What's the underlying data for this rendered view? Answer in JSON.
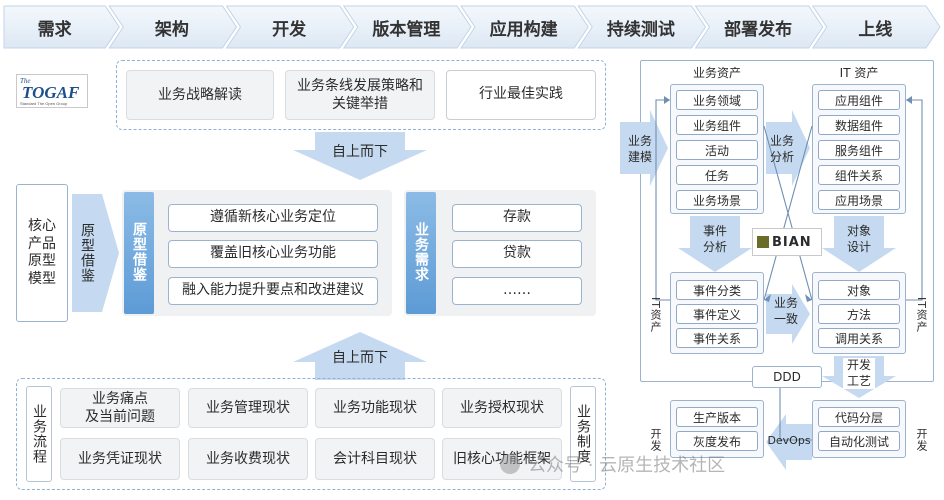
{
  "colors": {
    "arrow_blue": "#c5daf0",
    "strip_blue": "#6fa8dc",
    "border_blue": "#8fb1d6",
    "panel_gray": "#f0f1f3"
  },
  "phases": [
    "需求",
    "架构",
    "开发",
    "版本管理",
    "应用构建",
    "持续测试",
    "部署发布",
    "上线"
  ],
  "logo": {
    "name": "TOGAF",
    "prefix": "The",
    "tagline": "Standard  The Open Group"
  },
  "togaf_row": [
    "业务战略解读",
    "业务条线发展策略和\n关键举措",
    "行业最佳实践"
  ],
  "top_down_label": "自上而下",
  "core_model_label": "核心\n产品\n原型\n模型",
  "prototype_ref_label": "原型借鉴",
  "prototype_strip_label": "原型借鉴",
  "prototype_items": [
    "遵循新核心业务定位",
    "覆盖旧核心业务功能",
    "融入能力提升要点和改进建议"
  ],
  "business_needs_label": "业务需求",
  "needs_items": [
    "存款",
    "贷款",
    "……"
  ],
  "bottom_top_down_label": "自上而下",
  "process_label": "业务流程",
  "system_label": "业务制度",
  "status_grid": [
    [
      "业务痛点\n及当前问题",
      "业务管理现状",
      "业务功能现状",
      "业务授权现状"
    ],
    [
      "业务凭证现状",
      "业务收费现状",
      "会计科目现状",
      "旧核心功能框架"
    ]
  ],
  "right": {
    "biz_assets_title": "业务资产",
    "it_assets_title": "IT 资产",
    "biz_assets": [
      "业务领域",
      "业务组件",
      "活动",
      "任务",
      "业务场景"
    ],
    "it_assets": [
      "应用组件",
      "数据组件",
      "服务组件",
      "组件关系",
      "应用场景"
    ],
    "biz_modeling_label": "业务\n建模",
    "biz_analysis_label": "业务\n分析",
    "event_analysis_label": "事件\n分析",
    "object_design_label": "对象\n设计",
    "bian_label": "BIAN",
    "events": [
      "事件分类",
      "事件定义",
      "事件关系"
    ],
    "objects": [
      "对象",
      "方法",
      "调用关系"
    ],
    "it_assets_side_label": "IT资产",
    "it_assets_side_label2": "IT资产",
    "biz_consistent_label": "业务\n一致",
    "dev_process_label": "开发\n工艺",
    "ddd_label": "DDD",
    "devops_label": "DevOps",
    "dev_left_label": "开发",
    "dev_right_label": "开发",
    "release": [
      "生产版本",
      "灰度发布"
    ],
    "code": [
      "代码分层",
      "自动化测试"
    ]
  },
  "watermark": "公众号 · 云原生技术社区"
}
